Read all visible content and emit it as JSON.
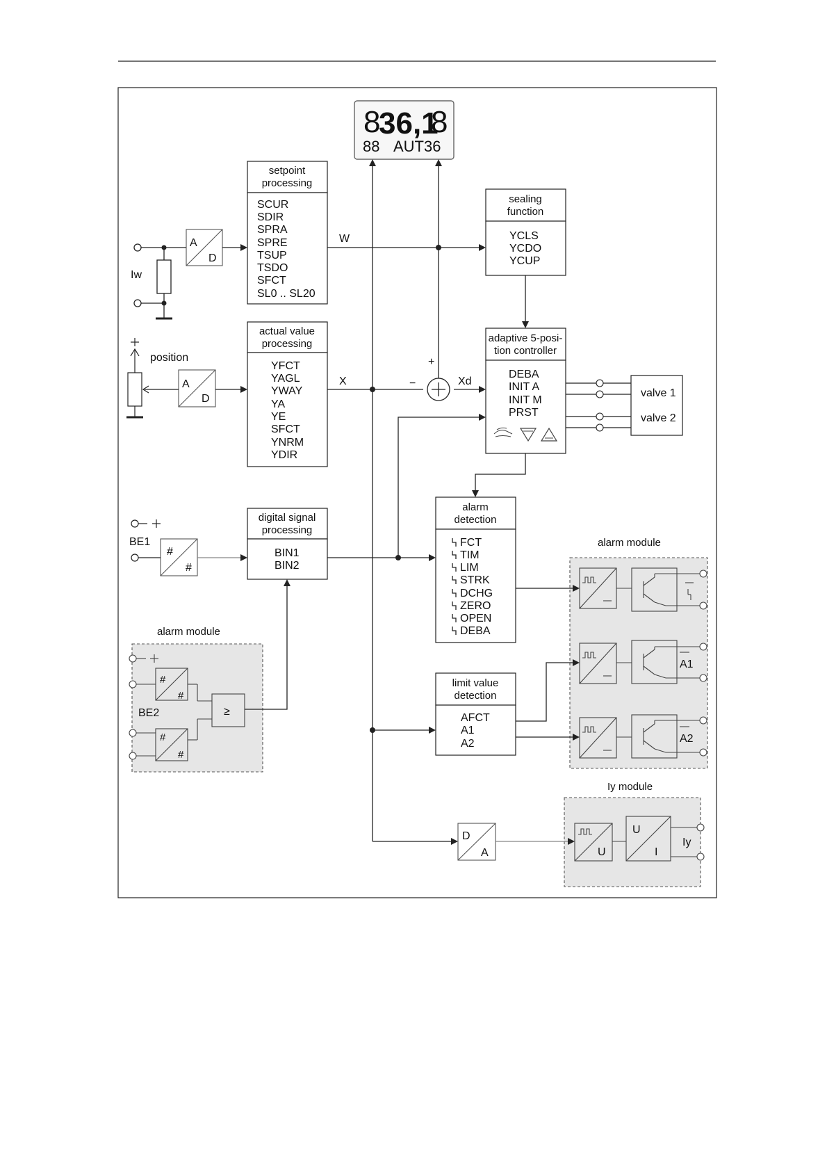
{
  "display": {
    "main_value": "36,1",
    "ghost_left": "8",
    "ghost_right": "8",
    "sub_left": "88",
    "sub_text": "AUT36"
  },
  "setpoint": {
    "title_line1": "setpoint",
    "title_line2": "processing",
    "items": [
      "SCUR",
      "SDIR",
      "SPRA",
      "SPRE",
      "TSUP",
      "TSDO",
      "SFCT",
      "SL0 .. SL20"
    ]
  },
  "actual": {
    "title_line1": "actual value",
    "title_line2": "processing",
    "items": [
      "YFCT",
      "YAGL",
      "YWAY",
      "YA",
      "YE",
      "SFCT",
      "YNRM",
      "YDIR"
    ]
  },
  "digital": {
    "title_line1": "digital signal",
    "title_line2": "processing",
    "items": [
      "BIN1",
      "BIN2"
    ]
  },
  "sealing": {
    "title_line1": "sealing",
    "title_line2": "function",
    "items": [
      "YCLS",
      "YCDO",
      "YCUP"
    ]
  },
  "controller": {
    "title_line1": "adaptive 5-posi-",
    "title_line2": "tion controller",
    "items": [
      "DEBA",
      "INIT A",
      "INIT M",
      "PRST"
    ]
  },
  "alarm_detection": {
    "title_line1": "alarm",
    "title_line2": "detection",
    "items": [
      "FCT",
      "TIM",
      "LIM",
      "STRK",
      "DCHG",
      "ZERO",
      "OPEN",
      "DEBA"
    ]
  },
  "limit": {
    "title_line1": "limit value",
    "title_line2": "detection",
    "items": [
      "AFCT",
      "A1",
      "A2"
    ]
  },
  "valves": {
    "valve1": "valve 1",
    "valve2": "valve 2"
  },
  "labels": {
    "iw": "Iw",
    "position": "position",
    "w": "W",
    "x": "X",
    "xd": "Xd",
    "plus": "+",
    "minus": "−",
    "be1": "BE1",
    "be2": "BE2",
    "alarm_module_left": "alarm module",
    "alarm_module_right": "alarm module",
    "iy_module": "Iy module",
    "iy": "Iy",
    "a1": "A1",
    "a2": "A2"
  },
  "converters": {
    "a": "A",
    "d": "D",
    "hash": "#",
    "u": "U",
    "i": "I",
    "ge": "≥"
  },
  "colors": {
    "module_fill": "#e6e6e6",
    "line": "#222222",
    "dashed": "#555555"
  }
}
